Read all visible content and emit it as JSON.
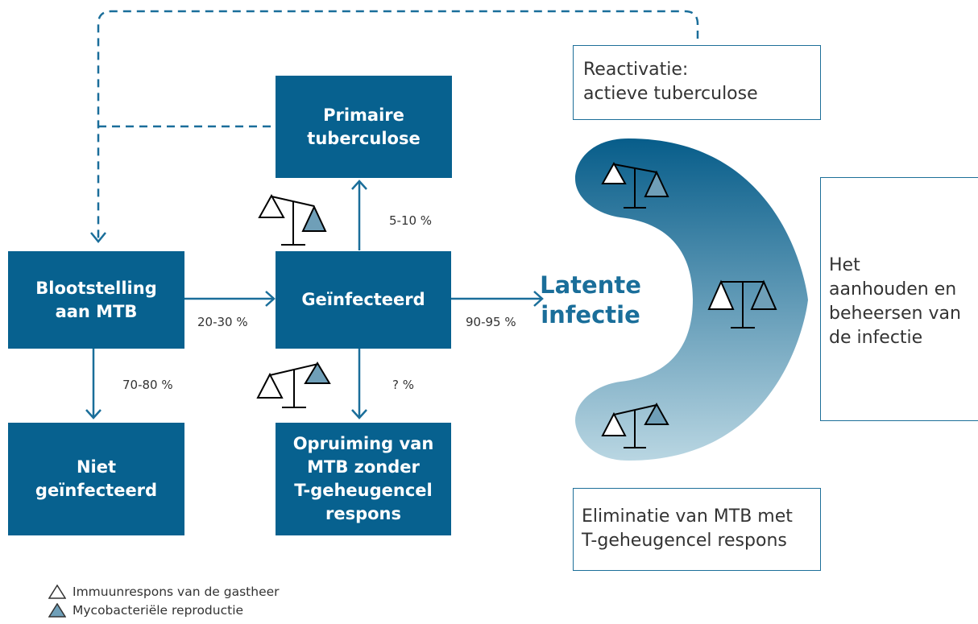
{
  "boxes": {
    "blootstelling": "Blootstelling\naan MTB",
    "primaire": "Primaire\ntuberculose",
    "geinfecteerd": "Geïnfecteerd",
    "niet_geinfecteerd": "Niet\ngeïnfecteerd",
    "opruiming": "Opruiming van\nMTB zonder\nT-geheugencel\nrespons"
  },
  "percentages": {
    "blootstelling_to_geinfecteerd": "20-30 %",
    "blootstelling_to_niet": "70-80 %",
    "geinfecteerd_to_primaire": "5-10 %",
    "geinfecteerd_to_opruiming": "? %",
    "geinfecteerd_to_latent": "90-95 %"
  },
  "latent_label": "Latente\ninfectie",
  "outcomes": {
    "reactivatie": "Reactivatie:\nactieve tuberculose",
    "aanhouden": "Het\naanhouden en\nbeheersen van\nde infectie",
    "eliminatie": "Eliminatie van MTB met\nT-geheugencel respons"
  },
  "legend": {
    "host_response": "Immuunrespons van de gastheer",
    "mycobacterial": "Mycobacteriële reproductie"
  },
  "colors": {
    "box_blue": "#07618f",
    "arrow_blue": "#1a6e9a",
    "crescent_top": "#075d8a",
    "crescent_bottom": "#b9d6e2",
    "triangle_fill": "#6f9fb8"
  }
}
